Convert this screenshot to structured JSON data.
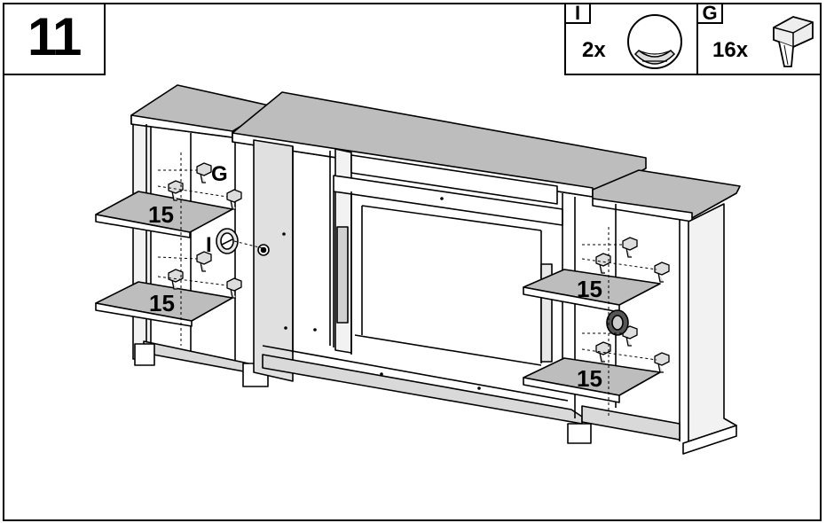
{
  "step": {
    "number": "11"
  },
  "parts": [
    {
      "letter": "I",
      "quantity": "2x",
      "icon": "cam-lock-icon"
    },
    {
      "letter": "G",
      "quantity": "16x",
      "icon": "shelf-support-pin-icon"
    }
  ],
  "callouts": {
    "part_g": "G",
    "part_i": "I",
    "shelf_left_top": "15",
    "shelf_left_bottom": "15",
    "shelf_right_top": "15",
    "shelf_right_bottom": "15"
  }
}
